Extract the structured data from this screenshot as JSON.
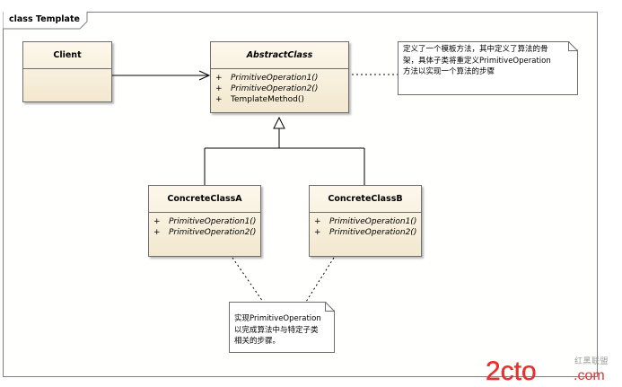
{
  "diagram": {
    "frame_title": "class Template"
  },
  "classes": {
    "client": {
      "name": "Client",
      "operations": []
    },
    "abstract_class": {
      "name": "AbstractClass",
      "operations": [
        {
          "vis": "+",
          "name": "PrimitiveOperation1()"
        },
        {
          "vis": "+",
          "name": "PrimitiveOperation2()"
        },
        {
          "vis": "+",
          "name": "TemplateMethod()"
        }
      ]
    },
    "concrete_a": {
      "name": "ConcreteClassA",
      "operations": [
        {
          "vis": "+",
          "name": "PrimitiveOperation1()"
        },
        {
          "vis": "+",
          "name": "PrimitiveOperation2()"
        }
      ]
    },
    "concrete_b": {
      "name": "ConcreteClassB",
      "operations": [
        {
          "vis": "+",
          "name": "PrimitiveOperation1()"
        },
        {
          "vis": "+",
          "name": "PrimitiveOperation2()"
        }
      ]
    }
  },
  "notes": {
    "template_note": {
      "lines": [
        "定义了一个模板方法，其中定义了算法的骨",
        "架，具体子类将重定义PrimitiveOperation",
        "方法以实现一个算法的步骤"
      ]
    },
    "concrete_note": {
      "lines": [
        "实现PrimitiveOperation",
        "以完成算法中与特定子类",
        "相关的步骤。"
      ]
    }
  },
  "watermark": {
    "text": "2cto",
    "suffix": ".com",
    "cn_text": "红黑联盟"
  },
  "colors": {
    "class_fill_top": "#fdf8ec",
    "class_fill_bottom": "#f3e8cf",
    "border": "#6e6e6e",
    "watermark_red": "#e8312f",
    "watermark_gray": "#9a9a9a"
  }
}
